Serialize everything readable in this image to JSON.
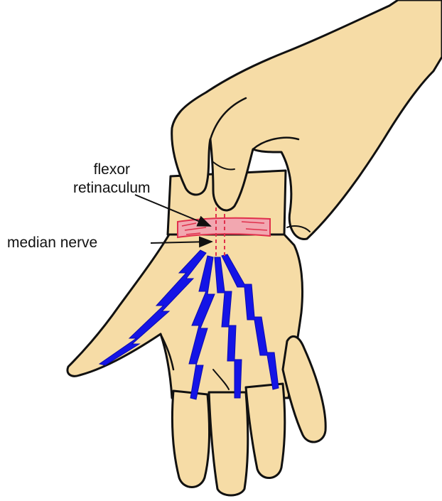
{
  "labels": {
    "flexor_line1": "flexor",
    "flexor_line2": "retinaculum",
    "median_nerve": "median nerve"
  },
  "colors": {
    "skin": "#F6DCA6",
    "outline": "#111111",
    "retinaculum": "#F2A7B0",
    "retinaculum_edge": "#E0304C",
    "nerve": "#1414E6"
  },
  "icons": {
    "examiner_hand": "examiner-hand-icon",
    "patient_hand": "patient-hand-icon"
  }
}
